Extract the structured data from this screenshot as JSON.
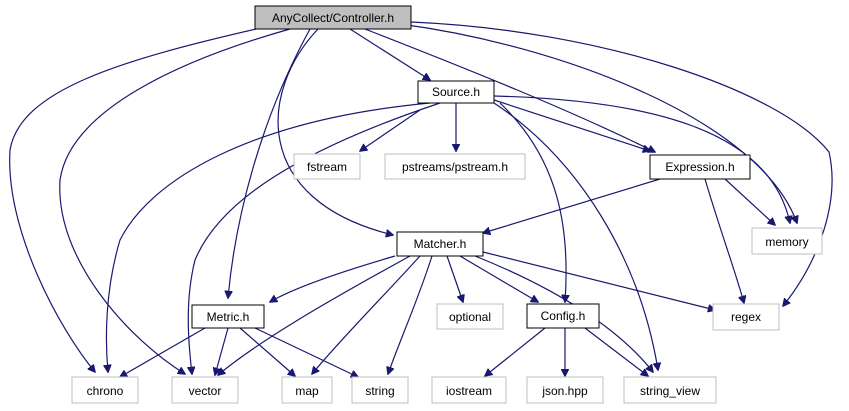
{
  "nodes": {
    "controller": {
      "label": "AnyCollect/Controller.h",
      "kind": "main"
    },
    "source": {
      "label": "Source.h",
      "kind": "local"
    },
    "fstream": {
      "label": "fstream",
      "kind": "system"
    },
    "pstream": {
      "label": "pstreams/pstream.h",
      "kind": "system"
    },
    "expression": {
      "label": "Expression.h",
      "kind": "local"
    },
    "memory": {
      "label": "memory",
      "kind": "system"
    },
    "matcher": {
      "label": "Matcher.h",
      "kind": "local"
    },
    "metric": {
      "label": "Metric.h",
      "kind": "local"
    },
    "optional": {
      "label": "optional",
      "kind": "system"
    },
    "config": {
      "label": "Config.h",
      "kind": "local"
    },
    "regex": {
      "label": "regex",
      "kind": "system"
    },
    "chrono": {
      "label": "chrono",
      "kind": "system"
    },
    "vector": {
      "label": "vector",
      "kind": "system"
    },
    "map": {
      "label": "map",
      "kind": "system"
    },
    "string": {
      "label": "string",
      "kind": "system"
    },
    "iostream": {
      "label": "iostream",
      "kind": "system"
    },
    "jsonhpp": {
      "label": "json.hpp",
      "kind": "system"
    },
    "string_view": {
      "label": "string_view",
      "kind": "system"
    }
  },
  "edges": [
    {
      "from": "controller",
      "to": "source"
    },
    {
      "from": "controller",
      "to": "expression"
    },
    {
      "from": "controller",
      "to": "memory"
    },
    {
      "from": "controller",
      "to": "regex"
    },
    {
      "from": "controller",
      "to": "matcher"
    },
    {
      "from": "controller",
      "to": "metric"
    },
    {
      "from": "controller",
      "to": "chrono"
    },
    {
      "from": "controller",
      "to": "vector"
    },
    {
      "from": "source",
      "to": "fstream"
    },
    {
      "from": "source",
      "to": "pstream"
    },
    {
      "from": "source",
      "to": "expression"
    },
    {
      "from": "source",
      "to": "memory"
    },
    {
      "from": "source",
      "to": "config"
    },
    {
      "from": "source",
      "to": "string_view"
    },
    {
      "from": "source",
      "to": "chrono"
    },
    {
      "from": "source",
      "to": "vector"
    },
    {
      "from": "expression",
      "to": "memory"
    },
    {
      "from": "expression",
      "to": "regex"
    },
    {
      "from": "expression",
      "to": "matcher"
    },
    {
      "from": "matcher",
      "to": "metric"
    },
    {
      "from": "matcher",
      "to": "optional"
    },
    {
      "from": "matcher",
      "to": "config"
    },
    {
      "from": "matcher",
      "to": "regex"
    },
    {
      "from": "matcher",
      "to": "string_view"
    },
    {
      "from": "matcher",
      "to": "vector"
    },
    {
      "from": "matcher",
      "to": "map"
    },
    {
      "from": "matcher",
      "to": "string"
    },
    {
      "from": "metric",
      "to": "chrono"
    },
    {
      "from": "metric",
      "to": "vector"
    },
    {
      "from": "metric",
      "to": "map"
    },
    {
      "from": "metric",
      "to": "string"
    },
    {
      "from": "config",
      "to": "iostream"
    },
    {
      "from": "config",
      "to": "jsonhpp"
    },
    {
      "from": "config",
      "to": "string_view"
    }
  ]
}
